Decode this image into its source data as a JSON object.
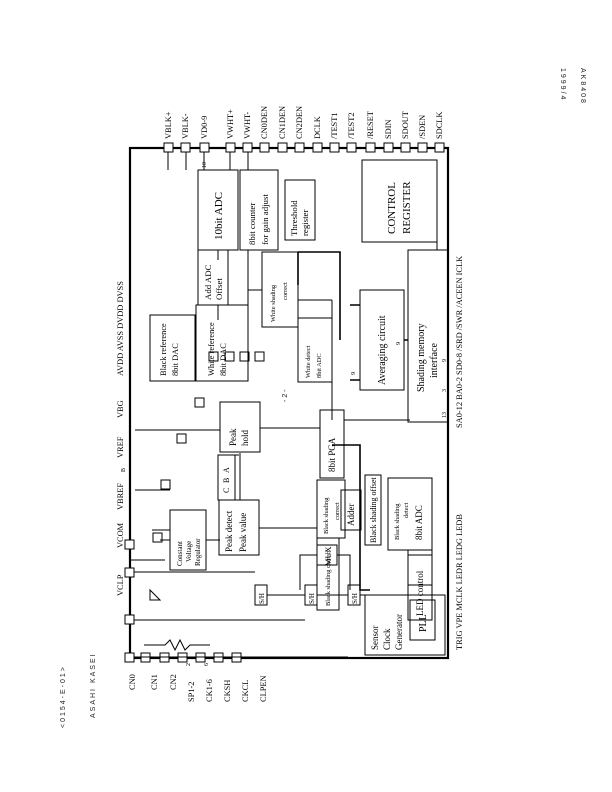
{
  "header": {
    "company": "ASAHI KASEI",
    "part_number": "AK8408",
    "date": "1999/4",
    "doc_code": "<0154-E-01>",
    "page": "-2-"
  },
  "pins": {
    "top": [
      "VBLK+",
      "VBLK-",
      "VD0-9",
      "VWHT+",
      "VWHT-",
      "CN0DEN",
      "CN1DEN",
      "CN2DEN",
      "DCLK",
      "/TEST1",
      "/TEST2",
      "/RESET",
      "SDIN",
      "SDOUT",
      "/SDEN",
      "SDCLK"
    ],
    "left": [
      "VCLP",
      "VCOM",
      "VBREF",
      "VREF",
      "VBG",
      "AVDD AVSS DVDD DVSS"
    ],
    "right": [
      "TRIG VPE MCLK LEDR LEDG LEDB",
      "SA0-12 BA0-2 SD0-8 /SRD /SWR /ACEEN ICLK"
    ],
    "bottom": [
      "CN0",
      "CN1",
      "CN2",
      "SP1-2",
      "CK1-6",
      "CKSH",
      "CKCL",
      "CLPEN"
    ]
  },
  "pin_subscript": "B",
  "blocks": {
    "adc10": "10bit ADC",
    "add_adc_offset": [
      "Add ADC",
      "Offset"
    ],
    "counter": [
      "8bit counter",
      "for gain adjust"
    ],
    "threshold": [
      "Threshold",
      "register"
    ],
    "control": [
      "CONTROL",
      "REGISTER"
    ],
    "black_ref_dac": [
      "Black reference",
      "8bit DAC"
    ],
    "white_ref_dac": [
      "White reference",
      "8bit DAC"
    ],
    "white_shading": [
      "White shading",
      "correct"
    ],
    "white_detect": [
      "White detect",
      "8bit ADC"
    ],
    "averaging": "Averaging circuit",
    "shading_mem": [
      "Shading memory",
      "interface"
    ],
    "peak_hold": [
      "Peak",
      "hold"
    ],
    "abc": [
      "A",
      "B",
      "C"
    ],
    "peak_detect": [
      "Peak detect",
      "Peak value"
    ],
    "pga": "8bit PGA",
    "black_shading": [
      "Black shading",
      "correct"
    ],
    "adder": "Adder",
    "black_offset": "Black shading offset",
    "black_detect": [
      "Black shading",
      "detect",
      "8bit ADC"
    ],
    "black_correct": "Black shading correct",
    "regulator": [
      "Constant",
      "Voltage",
      "Regulator"
    ],
    "mux": "MUX",
    "led": "LED control",
    "sh": "S/H",
    "sensor": [
      "Sensor",
      "Clock",
      "Generator"
    ],
    "pll": "PLL"
  },
  "bus_widths": {
    "vd": "10",
    "avg_in": "9",
    "avg_out": "9",
    "mem_a": "13",
    "mem_b": "3",
    "mem_c": "9",
    "sp": "2",
    "ck": "6"
  }
}
